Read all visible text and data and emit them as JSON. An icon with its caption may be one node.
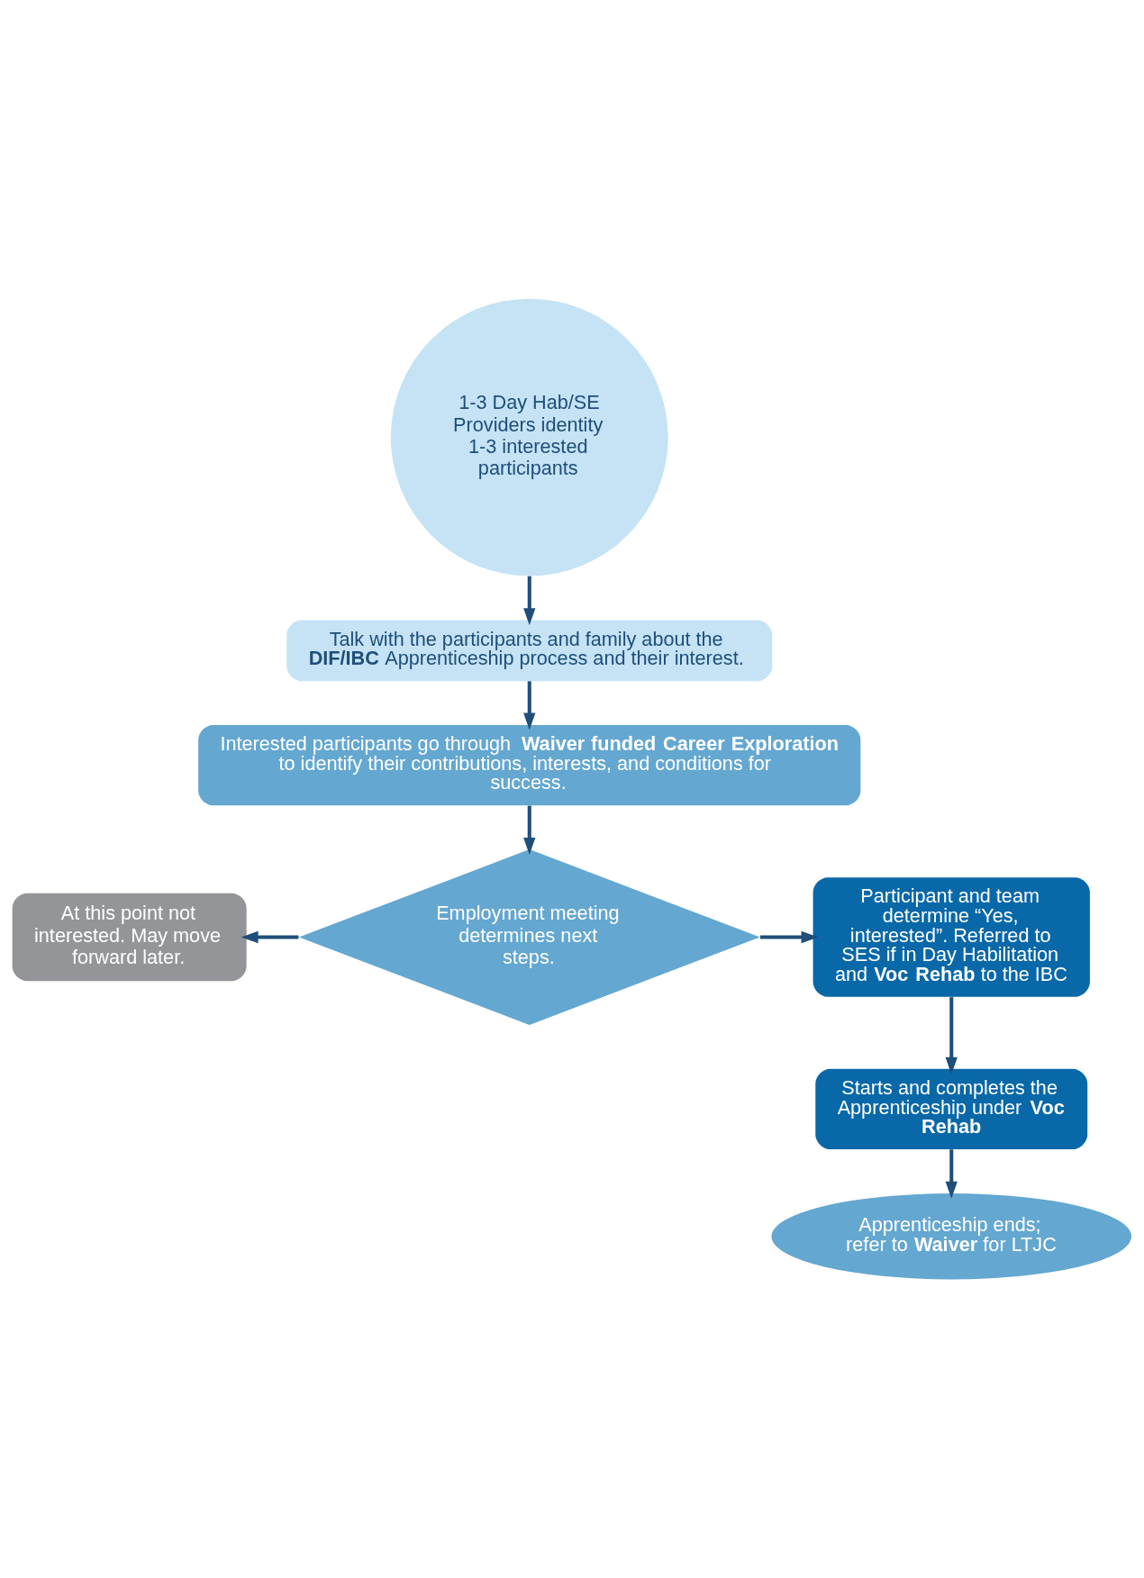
{
  "diagram": {
    "nodes": [
      {
        "text": [
          "1-3 Day Hab/SE Providers identity 1-3 interested participants"
        ]
      },
      {
        "text": [
          "Talk with the participants and family about the **DIF/IBC** Apprenticeship process and their interest."
        ]
      },
      {
        "text": [
          "Interested participants go through **Waiver funded Career Exploration** to identify their contributions, interests, and conditions for success."
        ]
      },
      {
        "text": [
          "Employment meeting determines next steps."
        ]
      },
      {
        "text": [
          "At this point not interested. May move forward later."
        ]
      },
      {
        "text": [
          "Participant and team determine “Yes, interested”. Referred to SES if in Day Habilitation and **Voc Rehab** to the IBC"
        ]
      },
      {
        "text": [
          "Starts and completes the Apprenticeship under **Voc Rehab**"
        ]
      },
      {
        "text": [
          "Apprenticeship ends; refer to **Waiver** for LTJC"
        ]
      }
    ],
    "edges": [
      {
        "from": 0,
        "to": 1,
        "arrow": "to"
      },
      {
        "from": 1,
        "to": 2,
        "arrow": "to"
      },
      {
        "from": 2,
        "to": 3,
        "arrow": "to"
      },
      {
        "from": 3,
        "to": 4,
        "arrow": "to"
      },
      {
        "from": 3,
        "to": 5,
        "arrow": "to"
      },
      {
        "from": 5,
        "to": 6,
        "arrow": "to"
      },
      {
        "from": 6,
        "to": 7,
        "arrow": "to"
      }
    ]
  }
}
